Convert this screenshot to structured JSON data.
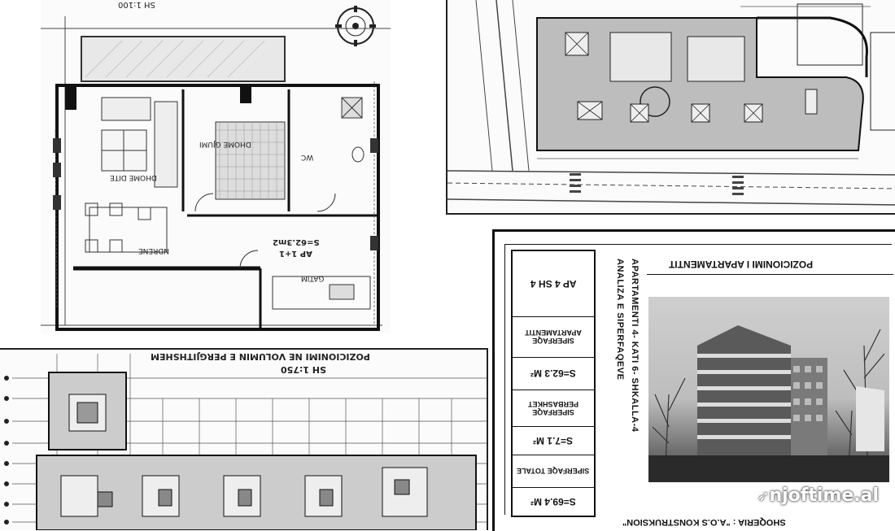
{
  "floor_plan": {
    "scale_top": "SH 1:100",
    "rooms": {
      "living": "DHOME DITE",
      "bedroom": "DHOME GJUMI",
      "wc": "WC",
      "dining": "NDRENE",
      "kitchen": "GATIM",
      "area_label": "S=62.3m2",
      "unit": "AP 1+1"
    }
  },
  "volume_plan": {
    "title": "POZICIONIMI NE VOLUMIN E PERGJITHSHEM",
    "scale": "SH 1:750"
  },
  "apartment_panel": {
    "title": "POZICIONIMI I APARTAMENTIT",
    "vertical_title_1": "ANALIZA E SIPERFAQEVE",
    "vertical_title_2": "APARTAMENTI 4- KATI 6- SHKALLA-4",
    "table": {
      "header": "AP 4 SH 4",
      "rows": [
        {
          "label": "SIPERFAQE APARTAMENTIT",
          "value": "S=62.3 M²"
        },
        {
          "label": "SIPERFAQE PERBASHKET",
          "value": "S=7.1 M²"
        },
        {
          "label": "SIPERFAQE TOTALE",
          "value": "S=69.4 M²"
        }
      ]
    },
    "footer": "SHOQERIA : \"A.O.S KONSTRUKSION\""
  },
  "watermark": "njoftime.al"
}
